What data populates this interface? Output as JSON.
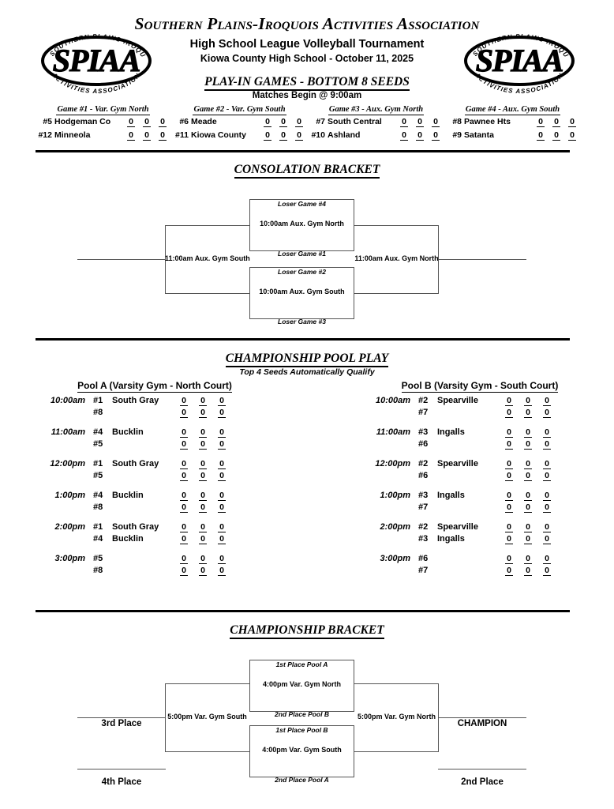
{
  "header": {
    "logo_alt": "spiaa-logo",
    "logo_arc_top": "SOUTHERN PLAINS IROQUOIS",
    "logo_text": "SPIAA",
    "logo_arc_bottom": "ACTIVITIES ASSOCIATION",
    "org_title": "Southern Plains-Iroquois Activities Association",
    "event_title": "High School League Volleyball Tournament",
    "venue_date": "Kiowa County High School - October 11, 2025",
    "playin_title": "PLAY-IN GAMES - BOTTOM 8 SEEDS",
    "matches_begin": "Matches Begin @ 9:00am"
  },
  "playin_games": [
    {
      "heading": "Game #1 - Var. Gym North",
      "rows": [
        {
          "seed": "#5",
          "team": "Hodgeman Co",
          "scores": [
            "0",
            "0",
            "0"
          ]
        },
        {
          "seed": "#12",
          "team": "Minneola",
          "scores": [
            "0",
            "0",
            "0"
          ]
        }
      ]
    },
    {
      "heading": "Game #2 - Var. Gym South",
      "rows": [
        {
          "seed": "#6",
          "team": "Meade",
          "scores": [
            "0",
            "0",
            "0"
          ]
        },
        {
          "seed": "#11",
          "team": "Kiowa County",
          "scores": [
            "0",
            "0",
            "0"
          ]
        }
      ]
    },
    {
      "heading": "Game #3 - Aux. Gym North",
      "rows": [
        {
          "seed": "#7",
          "team": "South Central",
          "scores": [
            "0",
            "0",
            "0"
          ]
        },
        {
          "seed": "#10",
          "team": "Ashland",
          "scores": [
            "0",
            "0",
            "0"
          ]
        }
      ]
    },
    {
      "heading": "Game #4 - Aux. Gym South",
      "rows": [
        {
          "seed": "#8",
          "team": "Pawnee Hts",
          "scores": [
            "0",
            "0",
            "0"
          ]
        },
        {
          "seed": "#9",
          "team": "Satanta",
          "scores": [
            "0",
            "0",
            "0"
          ]
        }
      ]
    }
  ],
  "consolation": {
    "title": "CONSOLATION BRACKET",
    "top_box": {
      "label_above": "Loser Game #4",
      "center": "10:00am Aux. Gym North",
      "label_below": "Loser Game #1"
    },
    "bottom_box": {
      "label_above": "Loser Game #2",
      "center": "10:00am Aux. Gym South",
      "label_below": "Loser Game #3"
    },
    "left_mid": "11:00am Aux. Gym South",
    "right_mid": "11:00am Aux. Gym North"
  },
  "pool_play": {
    "title": "CHAMPIONSHIP POOL PLAY",
    "subtitle": "Top 4 Seeds Automatically Qualify",
    "pools": [
      {
        "heading": "Pool A (Varsity Gym - North Court)",
        "matches": [
          {
            "time": "10:00am",
            "rows": [
              {
                "seed": "#1",
                "team": "South Gray",
                "scores": [
                  "0",
                  "0",
                  "0"
                ]
              },
              {
                "seed": "#8",
                "team": "",
                "scores": [
                  "0",
                  "0",
                  "0"
                ]
              }
            ]
          },
          {
            "time": "11:00am",
            "rows": [
              {
                "seed": "#4",
                "team": "Bucklin",
                "scores": [
                  "0",
                  "0",
                  "0"
                ]
              },
              {
                "seed": "#5",
                "team": "",
                "scores": [
                  "0",
                  "0",
                  "0"
                ]
              }
            ]
          },
          {
            "time": "12:00pm",
            "rows": [
              {
                "seed": "#1",
                "team": "South Gray",
                "scores": [
                  "0",
                  "0",
                  "0"
                ]
              },
              {
                "seed": "#5",
                "team": "",
                "scores": [
                  "0",
                  "0",
                  "0"
                ]
              }
            ]
          },
          {
            "time": "1:00pm",
            "rows": [
              {
                "seed": "#4",
                "team": "Bucklin",
                "scores": [
                  "0",
                  "0",
                  "0"
                ]
              },
              {
                "seed": "#8",
                "team": "",
                "scores": [
                  "0",
                  "0",
                  "0"
                ]
              }
            ]
          },
          {
            "time": "2:00pm",
            "rows": [
              {
                "seed": "#1",
                "team": "South Gray",
                "scores": [
                  "0",
                  "0",
                  "0"
                ]
              },
              {
                "seed": "#4",
                "team": "Bucklin",
                "scores": [
                  "0",
                  "0",
                  "0"
                ]
              }
            ]
          },
          {
            "time": "3:00pm",
            "rows": [
              {
                "seed": "#5",
                "team": "",
                "scores": [
                  "0",
                  "0",
                  "0"
                ]
              },
              {
                "seed": "#8",
                "team": "",
                "scores": [
                  "0",
                  "0",
                  "0"
                ]
              }
            ]
          }
        ]
      },
      {
        "heading": "Pool B (Varsity Gym - South Court)",
        "matches": [
          {
            "time": "10:00am",
            "rows": [
              {
                "seed": "#2",
                "team": "Spearville",
                "scores": [
                  "0",
                  "0",
                  "0"
                ]
              },
              {
                "seed": "#7",
                "team": "",
                "scores": [
                  "0",
                  "0",
                  "0"
                ]
              }
            ]
          },
          {
            "time": "11:00am",
            "rows": [
              {
                "seed": "#3",
                "team": "Ingalls",
                "scores": [
                  "0",
                  "0",
                  "0"
                ]
              },
              {
                "seed": "#6",
                "team": "",
                "scores": [
                  "0",
                  "0",
                  "0"
                ]
              }
            ]
          },
          {
            "time": "12:00pm",
            "rows": [
              {
                "seed": "#2",
                "team": "Spearville",
                "scores": [
                  "0",
                  "0",
                  "0"
                ]
              },
              {
                "seed": "#6",
                "team": "",
                "scores": [
                  "0",
                  "0",
                  "0"
                ]
              }
            ]
          },
          {
            "time": "1:00pm",
            "rows": [
              {
                "seed": "#3",
                "team": "Ingalls",
                "scores": [
                  "0",
                  "0",
                  "0"
                ]
              },
              {
                "seed": "#7",
                "team": "",
                "scores": [
                  "0",
                  "0",
                  "0"
                ]
              }
            ]
          },
          {
            "time": "2:00pm",
            "rows": [
              {
                "seed": "#2",
                "team": "Spearville",
                "scores": [
                  "0",
                  "0",
                  "0"
                ]
              },
              {
                "seed": "#3",
                "team": "Ingalls",
                "scores": [
                  "0",
                  "0",
                  "0"
                ]
              }
            ]
          },
          {
            "time": "3:00pm",
            "rows": [
              {
                "seed": "#6",
                "team": "",
                "scores": [
                  "0",
                  "0",
                  "0"
                ]
              },
              {
                "seed": "#7",
                "team": "",
                "scores": [
                  "0",
                  "0",
                  "0"
                ]
              }
            ]
          }
        ]
      }
    ]
  },
  "championship": {
    "title": "CHAMPIONSHIP BRACKET",
    "top_box": {
      "label_above": "1st Place Pool A",
      "center": "4:00pm Var. Gym North",
      "label_below": "2nd Place Pool B"
    },
    "bottom_box": {
      "label_above": "1st Place Pool B",
      "center": "4:00pm Var. Gym South",
      "label_below": "2nd Place Pool A"
    },
    "left_mid": "5:00pm Var. Gym South",
    "right_mid": "5:00pm Var. Gym North",
    "place_3rd": "3rd Place",
    "place_4th": "4th Place",
    "champion": "CHAMPION",
    "place_2nd": "2nd Place"
  },
  "colors": {
    "ink": "#000000",
    "line": "#555555",
    "paper": "#ffffff"
  }
}
